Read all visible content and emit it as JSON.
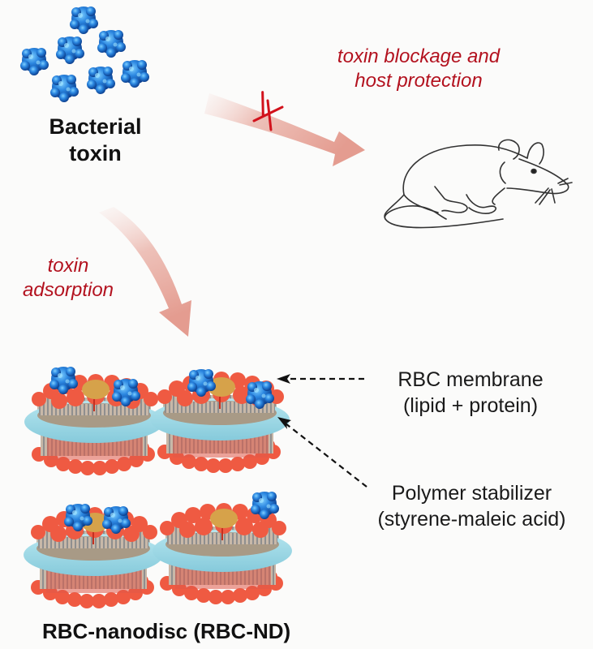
{
  "toxin_cluster": {
    "label_line1": "Bacterial",
    "label_line2": "toxin",
    "particle_count": 7
  },
  "blocked_pathway": {
    "label_line1": "toxin blockage and",
    "label_line2": "host protection",
    "blocked_marker": "x-mark"
  },
  "adsorption_pathway": {
    "label_line1": "toxin",
    "label_line2": "adsorption"
  },
  "host": {
    "icon": "mouse"
  },
  "nanodisc_group": {
    "caption": "RBC-nanodisc (RBC-ND)",
    "disc_count": 4
  },
  "annotations": {
    "membrane_line1": "RBC membrane",
    "membrane_line2": "(lipid + protein)",
    "polymer_line1": "Polymer stabilizer",
    "polymer_line2": "(styrene-maleic acid)"
  },
  "colors": {
    "accent_red_text": "#b3121f",
    "arrow_fill": "#e8a79c",
    "toxin_blue": "#1f6fd1",
    "lipid_red": "#f05a44",
    "ring_cyan": "#9fd9e6",
    "core_gold": "#d6a24a"
  }
}
